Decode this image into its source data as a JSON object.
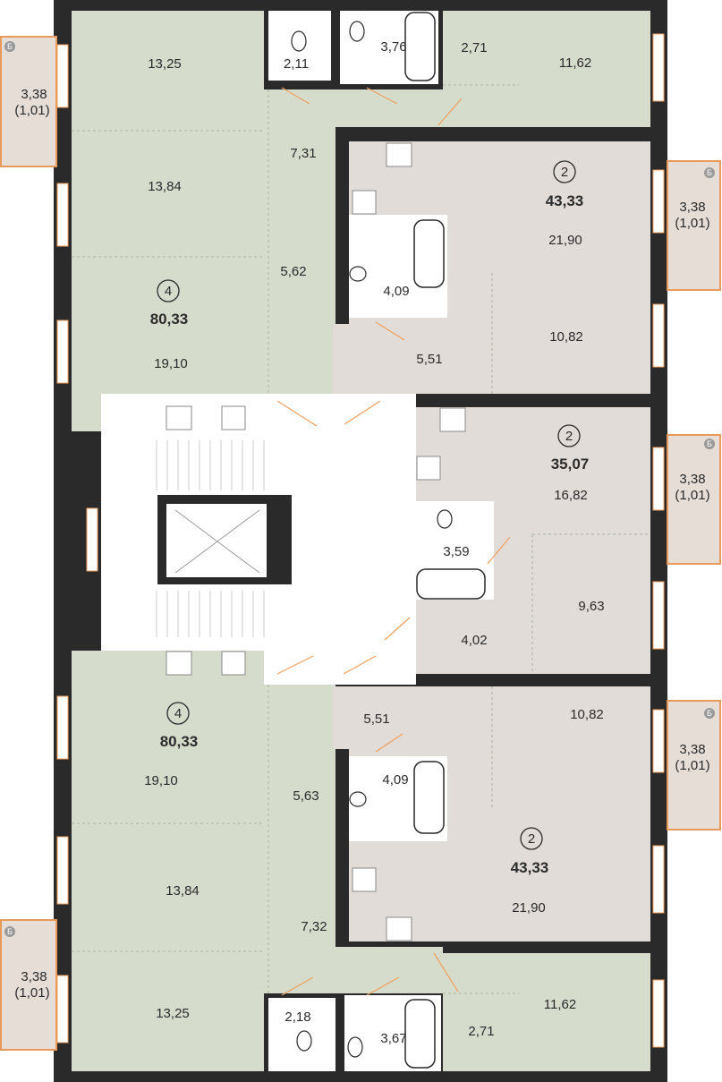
{
  "colors": {
    "wall": "#2a2a2a",
    "green_room": "#d5dccb",
    "pink_room": "#e2dcd8",
    "stair_floor": "#ffffff",
    "balcony_fill": "#e6ddd7",
    "balcony_border": "#e89a5a",
    "door_arc": "#f0a060",
    "badge": "#9a9a9a"
  },
  "apartments": [
    {
      "id": "apt-top-left",
      "rooms_label": "4",
      "total_area": "80,33"
    },
    {
      "id": "apt-top-right",
      "rooms_label": "2",
      "total_area": "43,33"
    },
    {
      "id": "apt-middle-right",
      "rooms_label": "2",
      "total_area": "35,07"
    },
    {
      "id": "apt-bottom-left",
      "rooms_label": "4",
      "total_area": "80,33"
    },
    {
      "id": "apt-bottom-right",
      "rooms_label": "2",
      "total_area": "43,33"
    }
  ],
  "room_areas": [
    "13,25",
    "2,11",
    "3,76",
    "2,71",
    "11,62",
    "7,31",
    "13,84",
    "5,62",
    "19,10",
    "21,90",
    "4,09",
    "5,51",
    "10,82",
    "16,82",
    "3,59",
    "9,63",
    "4,02",
    "19,10",
    "5,63",
    "13,84",
    "7,32",
    "13,25",
    "2,18",
    "3,67",
    "2,71",
    "11,62",
    "5,51",
    "10,82",
    "4,09",
    "21,90"
  ],
  "balconies": [
    {
      "badge": "Б",
      "area": "3,38",
      "reduced": "(1,01)"
    },
    {
      "badge": "Б",
      "area": "3,38",
      "reduced": "(1,01)"
    },
    {
      "badge": "Б",
      "area": "3,38",
      "reduced": "(1,01)"
    },
    {
      "badge": "Б",
      "area": "3,38",
      "reduced": "(1,01)"
    },
    {
      "badge": "Б",
      "area": "3,38",
      "reduced": "(1,01)"
    }
  ]
}
